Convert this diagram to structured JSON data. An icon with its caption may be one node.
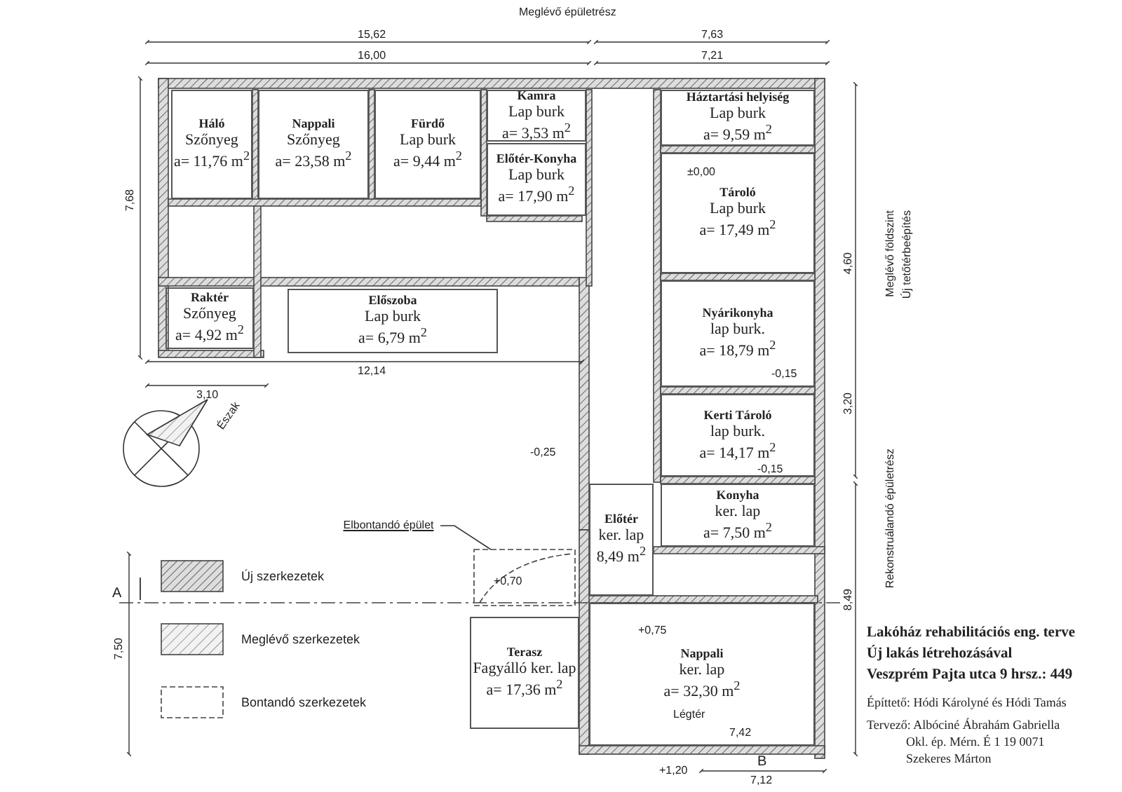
{
  "diagram": {
    "nodes": [
      {
        "text": [
          "Kamra",
          "Lap burk",
          "a= 3,53 m$^{2}$"
        ]
      },
      {
        "text": [
          "Háló",
          "Szőnyeg",
          "a= 11,76 m$^{2}$"
        ]
      },
      {
        "text": [
          "Nappali",
          "Szőnyeg",
          "a= 23,58 m$^{2}$"
        ]
      },
      {
        "text": [
          "Fürdő",
          "Lap burk",
          "a= 9,44 m$^{2}$"
        ]
      },
      {
        "text": [
          "Előtér-Konyha",
          "Lap burk",
          "a= 17,90 m$^{2}$"
        ]
      },
      {
        "text": [
          "Háztartási helyiség",
          "Lap burk",
          "a= 9,59 m$^{2}$"
        ]
      },
      {
        "text": [
          "Tároló",
          "Lap burk",
          "a= 17,49 m$^{2}$"
        ]
      },
      {
        "text": [
          "Raktér",
          "Szőnyeg",
          "a= 4,92 m$^{2}$"
        ]
      },
      {
        "text": [
          "Előszoba",
          "Lap burk",
          "a= 6,79 m$^{2}$"
        ]
      },
      {
        "text": [
          "Nyárikonyha",
          "lap burk.",
          "a= 18,79 m$^{2}$"
        ]
      },
      {
        "text": [
          "Kerti Tároló",
          "lap burk.",
          "a= 14,17 m$^{2}$"
        ]
      },
      {
        "text": [
          "Konyha",
          "ker. lap",
          "a= 7,50 m$^{2}$"
        ]
      },
      {
        "text": [
          "Előtér",
          "ker. lap",
          "8,49 m$^{2}$"
        ]
      },
      {
        "text": [
          "Terasz",
          "Fagyálló ker. lap",
          "a= 17,36 m$^{2}$"
        ]
      },
      {
        "text": [
          "Nappali",
          "ker. lap",
          "a= 32,30 m$^{2}$"
        ]
      },
      {
        "text": [
          "Elbontandó épület"
        ]
      },
      {
        "text": [],
        "shape": "box"
      }
    ],
    "edges": [
      {
        "from": 15,
        "to": 16,
        "arrow": "none"
      }
    ],
    "labels": [
      "Meglévő épületrész",
      "15,62",
      "16,00",
      "7,63",
      "7,21",
      "±0,00",
      "-0,15",
      "-0,15",
      "-0,25",
      "12,14",
      "3,10",
      "Észak",
      "Meglévő földszint",
      "Új tetőtérbeépítés",
      "Rekonstruálandó épületrész",
      "A",
      "B",
      "7,50",
      "+0,70",
      "+0,75",
      "Légtér",
      "7,42",
      "+1,20",
      "7,12",
      "8,49",
      "Lakóház rehabilitációs eng. terve",
      "Új lakás létrehozásával",
      "Veszprém Pajta utca 9 hrsz.: 449",
      "Építtető: Hódi Károlyné és Hódi Tamás",
      "Tervező: Albóciné Ábrahám Gabriella",
      "Okl. ép. Mérn. É 1 19 0071",
      "Szekeres Márton",
      "4,60",
      "3,20",
      "7,68"
    ],
    "legend": [
      {
        "text": "Új szerkezetek"
      },
      {
        "text": "Meglévő szerkezetek"
      },
      {
        "text": "Bontandó szerkezetek"
      }
    ]
  }
}
